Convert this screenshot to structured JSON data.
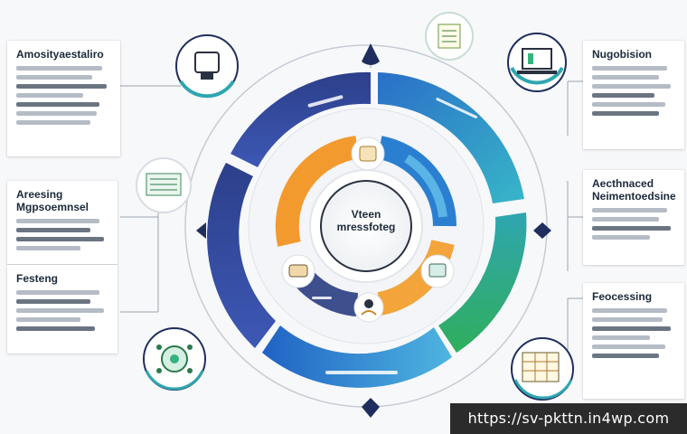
{
  "center": {
    "line1": "Vteen",
    "line2": "mressfoteg"
  },
  "cards": {
    "top_left_title": "Amosityaestaliro",
    "mid_left_title1": "Areesing",
    "mid_left_title2": "Mgpsoemnsel",
    "bottom_left_title": "Festeng",
    "top_right_title": "Nugobision",
    "mid_right_title1": "Aecthnaced",
    "mid_right_title2": "Neimentoedsine",
    "bottom_right_title": "Feocessing"
  },
  "footer": {
    "url": "https://sv-pkttn.in4wp.com"
  },
  "colors": {
    "navy": "#2b3a7a",
    "blue": "#2a7fd0",
    "teal": "#2fa6b0",
    "green": "#36b37e",
    "orange": "#f39a2e",
    "light_blue": "#5ab4e6"
  }
}
